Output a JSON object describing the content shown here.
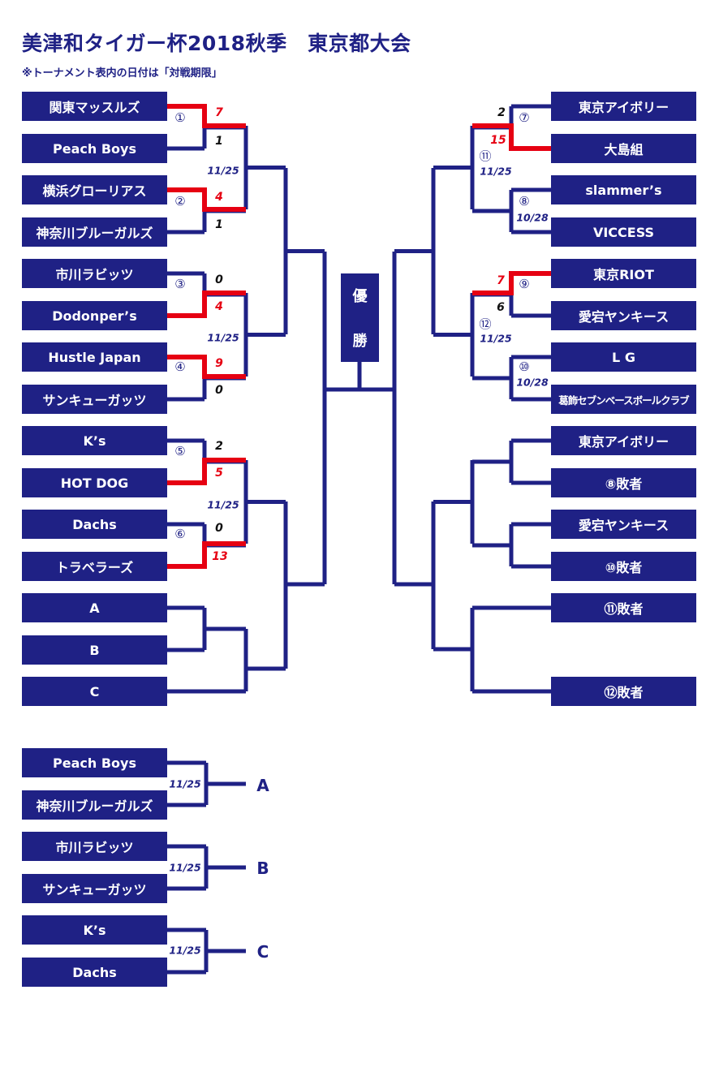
{
  "title": "美津和タイガー杯2018秋季　東京都大会",
  "subtitle": "※トーナメント表内の日付は「対戦期限」",
  "champion_label": [
    "優",
    "勝"
  ],
  "colors": {
    "navy": "#1f2185",
    "winner_red": "#e60012"
  },
  "left_teams": [
    "関東マッスルズ",
    "Peach Boys",
    "横浜グローリアス",
    "神奈川ブルーガルズ",
    "市川ラビッツ",
    "Dodonper’s",
    "Hustle Japan",
    "サンキューガッツ",
    "K’s",
    "HOT DOG",
    "Dachs",
    "トラベラーズ",
    "A",
    "B",
    "C"
  ],
  "right_teams": [
    "東京アイボリー",
    "大島組",
    "slammer’s",
    "VICCESS",
    "東京RIOT",
    "愛宕ヤンキース",
    "L G",
    "葛飾セブンベースボールクラブ",
    "東京アイボリー",
    "⑧敗者",
    "愛宕ヤンキース",
    "⑩敗者",
    "⑪敗者",
    "⑫敗者"
  ],
  "left_matches": [
    {
      "num": "①",
      "scores": [
        "7",
        "1"
      ]
    },
    {
      "num": "②",
      "scores": [
        "4",
        "1"
      ]
    },
    {
      "num": "③",
      "scores": [
        "0",
        "4"
      ]
    },
    {
      "num": "④",
      "scores": [
        "9",
        "0"
      ]
    },
    {
      "num": "⑤",
      "scores": [
        "2",
        "5"
      ]
    },
    {
      "num": "⑥",
      "scores": [
        "0",
        "13"
      ]
    }
  ],
  "left_dates": [
    "11/25",
    "11/25",
    "11/25"
  ],
  "right_matches": [
    {
      "num": "⑦",
      "scores": [
        "2",
        "15"
      ]
    },
    {
      "num": "⑧",
      "date": "10/28"
    },
    {
      "num": "⑨",
      "scores": [
        "7",
        "6"
      ]
    },
    {
      "num": "⑩",
      "date": "10/28"
    },
    {
      "num": "⑪",
      "date": "11/25"
    },
    {
      "num": "⑫",
      "date": "11/25"
    }
  ],
  "playoffs": [
    {
      "teams": [
        "Peach Boys",
        "神奈川ブルーガルズ"
      ],
      "date": "11/25",
      "slot": "A"
    },
    {
      "teams": [
        "市川ラビッツ",
        "サンキューガッツ"
      ],
      "date": "11/25",
      "slot": "B"
    },
    {
      "teams": [
        "K’s",
        "Dachs"
      ],
      "date": "11/25",
      "slot": "C"
    }
  ]
}
